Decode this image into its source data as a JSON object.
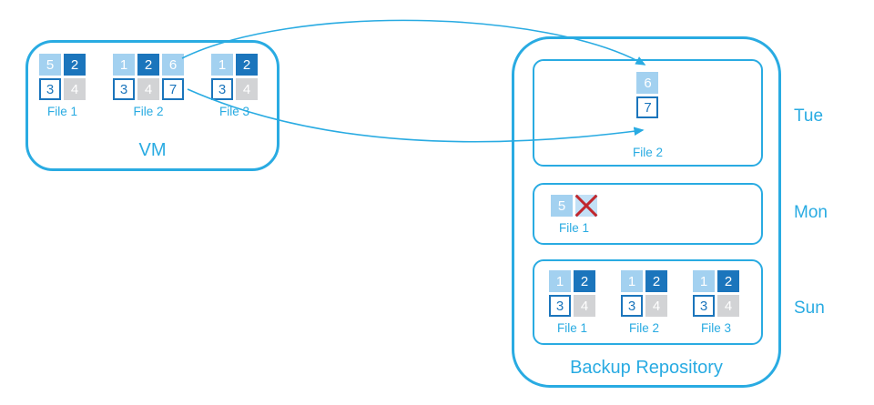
{
  "colors": {
    "cyan": "#29ABE2",
    "dark_blue": "#1B75BC",
    "light_blue": "#A3D1F0",
    "gray": "#D2D3D5",
    "red": "#C1272D"
  },
  "vm": {
    "label": "VM",
    "files": [
      {
        "label": "File 1",
        "cols": 2,
        "blocks": [
          {
            "n": "5",
            "type": "light"
          },
          {
            "n": "2",
            "type": "dark"
          },
          {
            "n": "3",
            "type": "outline"
          },
          {
            "n": "4",
            "type": "gray"
          }
        ]
      },
      {
        "label": "File 2",
        "cols": 3,
        "blocks": [
          {
            "n": "1",
            "type": "light"
          },
          {
            "n": "2",
            "type": "dark"
          },
          {
            "n": "6",
            "type": "light"
          },
          {
            "n": "3",
            "type": "outline"
          },
          {
            "n": "4",
            "type": "gray"
          },
          {
            "n": "7",
            "type": "outline"
          }
        ]
      },
      {
        "label": "File 3",
        "cols": 2,
        "blocks": [
          {
            "n": "1",
            "type": "light"
          },
          {
            "n": "2",
            "type": "dark"
          },
          {
            "n": "3",
            "type": "outline"
          },
          {
            "n": "4",
            "type": "gray"
          }
        ]
      }
    ]
  },
  "repository": {
    "label": "Backup Repository",
    "rows": [
      {
        "day": "Tue",
        "files": [
          {
            "label": "File 2",
            "cols": 1,
            "blocks": [
              {
                "n": "6",
                "type": "light"
              },
              {
                "n": "7",
                "type": "outline"
              }
            ]
          }
        ]
      },
      {
        "day": "Mon",
        "files": [
          {
            "label": "File 1",
            "cols": 2,
            "blocks": [
              {
                "n": "5",
                "type": "light"
              },
              {
                "n": "",
                "type": "crossed"
              }
            ]
          }
        ]
      },
      {
        "day": "Sun",
        "files": [
          {
            "label": "File 1",
            "cols": 2,
            "blocks": [
              {
                "n": "1",
                "type": "light"
              },
              {
                "n": "2",
                "type": "dark"
              },
              {
                "n": "3",
                "type": "outline"
              },
              {
                "n": "4",
                "type": "gray"
              }
            ]
          },
          {
            "label": "File 2",
            "cols": 2,
            "blocks": [
              {
                "n": "1",
                "type": "light"
              },
              {
                "n": "2",
                "type": "dark"
              },
              {
                "n": "3",
                "type": "outline"
              },
              {
                "n": "4",
                "type": "gray"
              }
            ]
          },
          {
            "label": "File 3",
            "cols": 2,
            "blocks": [
              {
                "n": "1",
                "type": "light"
              },
              {
                "n": "2",
                "type": "dark"
              },
              {
                "n": "3",
                "type": "outline"
              },
              {
                "n": "4",
                "type": "gray"
              }
            ]
          }
        ]
      }
    ]
  }
}
